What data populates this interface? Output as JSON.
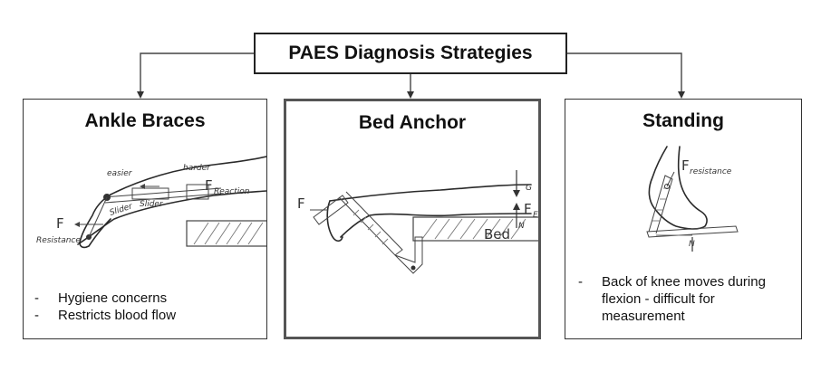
{
  "title": "PAES Diagnosis Strategies",
  "panels": [
    {
      "title": "Ankle Braces",
      "notes": [
        "Hygiene concerns",
        "Restricts blood flow"
      ],
      "sketch_labels": {
        "easier": "easier",
        "harder": "harder",
        "reaction": "F",
        "reaction_sub": "Reaction",
        "resistance": "F",
        "resistance_sub": "Resistance",
        "slider": "Slider",
        "hidden": "Slider"
      }
    },
    {
      "title": "Bed Anchor",
      "notes": [],
      "sketch_labels": {
        "force": "F",
        "g": "G",
        "fe": "F",
        "fe_sub": "E",
        "n": "N",
        "bed": "Bed"
      }
    },
    {
      "title": "Standing",
      "notes": [
        "Back of knee moves during flexion - difficult for measurement"
      ],
      "sketch_labels": {
        "resistance": "F",
        "resistance_sub": "resistance",
        "n": "N"
      }
    }
  ]
}
